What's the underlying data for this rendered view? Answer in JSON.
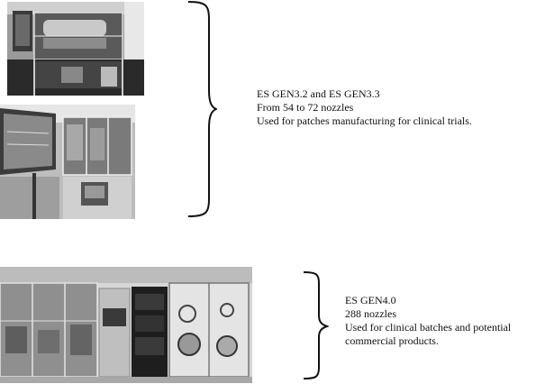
{
  "gen3": {
    "line1": "ES GEN3.2 and ES GEN3.3",
    "line2": "From 54 to 72 nozzles",
    "line3": "Used for patches manufacturing for clinical trials."
  },
  "gen4": {
    "line1": "ES GEN4.0",
    "line2": "288 nozzles",
    "line3": "Used for clinical batches and potential",
    "line4": "commercial products."
  },
  "colors": {
    "ink": "#111111",
    "photo_dark": "#2a2a2a",
    "photo_light": "#d8d8d8"
  }
}
